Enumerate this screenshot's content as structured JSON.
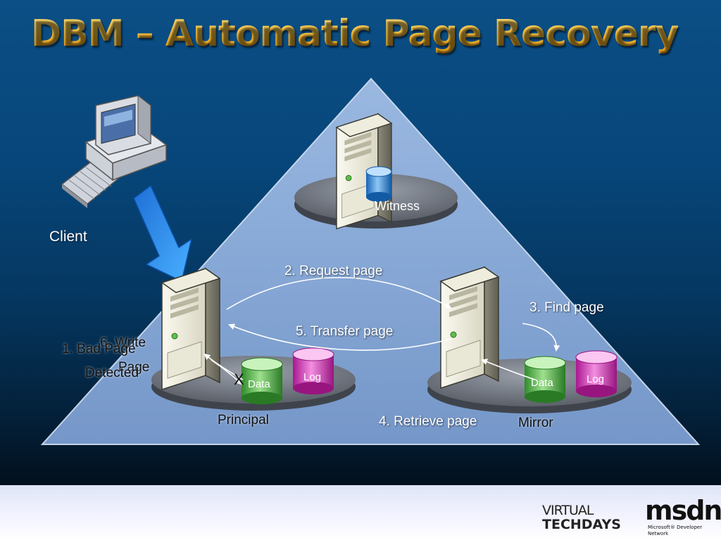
{
  "title": "DBM – Automatic Page Recovery",
  "labels": {
    "client": "Client",
    "witness": "Witness",
    "principal": "Principal",
    "mirror": "Mirror",
    "data": "Data",
    "log": "Log",
    "bad_marker": "X"
  },
  "steps": {
    "s1a": "1. Bad Page",
    "s1b": "Detected",
    "s2": "2. Request page",
    "s3": "3. Find page",
    "s4": "4. Retrieve page",
    "s5": "5. Transfer page",
    "s6a": "6. Write",
    "s6b": "Page"
  },
  "logo": {
    "vtd_line1": "VIRTUAL",
    "vtd_line2": "TECHDAYS",
    "msdn": "msdn",
    "msdn_sub": "Microsoft® Developer Network"
  }
}
